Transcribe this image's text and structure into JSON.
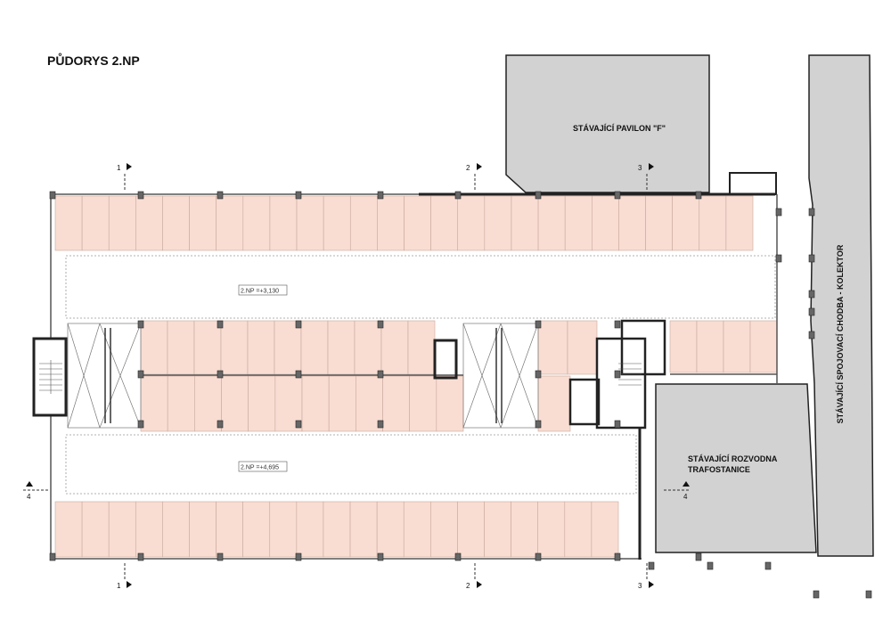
{
  "title": "PŮDORYS 2.NP",
  "buildings": {
    "pavilon": "STÁVAJÍCÍ PAVILON \"F\"",
    "rozvodna_line1": "STÁVAJÍCÍ ROZVODNA",
    "rozvodna_line2": "TRAFOSTANICE",
    "chodba": "STÁVAJÍCÍ SPOJOVACÍ CHODBA - KOLEKTOR"
  },
  "levels": {
    "upper": "2.NP  =+3,130",
    "lower": "2.NP  =+4,695"
  },
  "section_marks": {
    "s1": "1",
    "s2": "2",
    "s3": "3",
    "s4": "4"
  },
  "colors": {
    "parking": "#f9ddd3",
    "existing": "#d2d2d2",
    "wall": "#222222",
    "grid": "#9a9a9a"
  }
}
